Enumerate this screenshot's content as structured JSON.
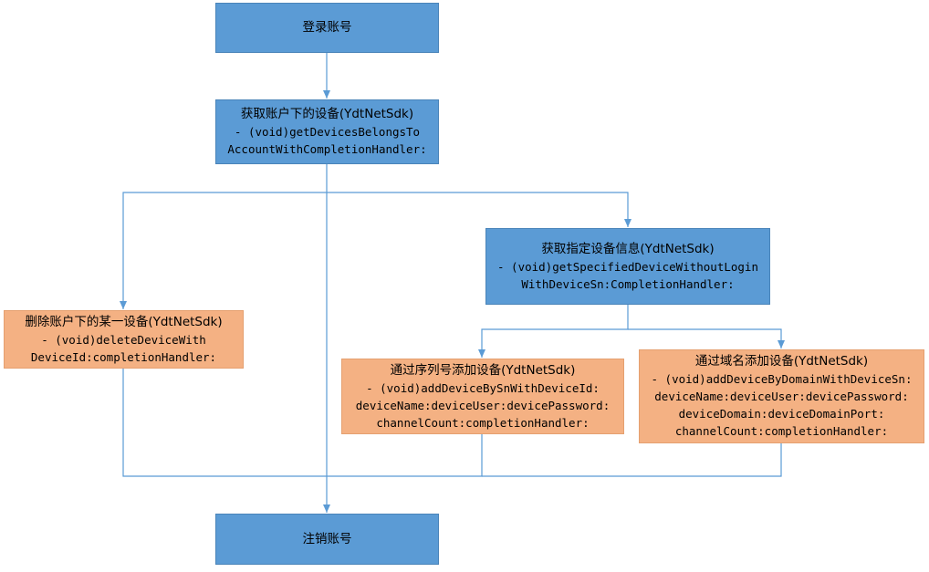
{
  "nodes": {
    "login": {
      "title": "登录账号"
    },
    "get_devices": {
      "title": "获取账户下的设备(YdtNetSdk)",
      "lines": [
        "- (void)getDevicesBelongsTo",
        "AccountWithCompletionHandler:"
      ]
    },
    "get_specified": {
      "title": "获取指定设备信息(YdtNetSdk)",
      "lines": [
        "- (void)getSpecifiedDeviceWithoutLogin",
        "WithDeviceSn:CompletionHandler:"
      ]
    },
    "delete_device": {
      "title": "删除账户下的某一设备(YdtNetSdk)",
      "lines": [
        "- (void)deleteDeviceWith",
        "DeviceId:completionHandler:"
      ]
    },
    "add_by_sn": {
      "title": "通过序列号添加设备(YdtNetSdk)",
      "lines": [
        "- (void)addDeviceBySnWithDeviceId:",
        "deviceName:deviceUser:devicePassword:",
        "channelCount:completionHandler:"
      ]
    },
    "add_by_domain": {
      "title": "通过域名添加设备(YdtNetSdk)",
      "lines": [
        "- (void)addDeviceByDomainWithDeviceSn:",
        "deviceName:deviceUser:devicePassword:",
        "deviceDomain:deviceDomainPort:",
        "channelCount:completionHandler:"
      ]
    },
    "logout": {
      "title": "注销账号"
    }
  },
  "colors": {
    "process_blue": "#5b9bd5",
    "action_orange": "#f4b183",
    "connector": "#5b9bd5"
  }
}
